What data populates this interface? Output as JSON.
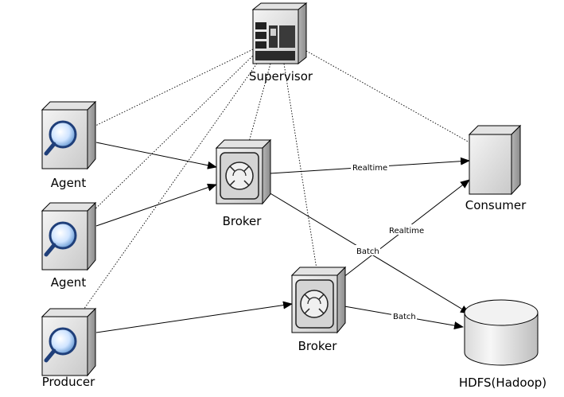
{
  "nodes": {
    "supervisor": {
      "label": "Supervisor"
    },
    "agent_1": {
      "label": "Agent"
    },
    "agent_2": {
      "label": "Agent"
    },
    "producer": {
      "label": "Producer"
    },
    "broker_1": {
      "label": "Broker"
    },
    "broker_2": {
      "label": "Broker"
    },
    "consumer": {
      "label": "Consumer"
    },
    "hdfs": {
      "label": "HDFS(Hadoop)"
    }
  },
  "edges": {
    "broker1_consumer": {
      "label": "Realtime"
    },
    "broker1_hdfs": {
      "label": "Batch"
    },
    "broker2_consumer": {
      "label": "Realtime"
    },
    "broker2_hdfs": {
      "label": "Batch"
    }
  }
}
